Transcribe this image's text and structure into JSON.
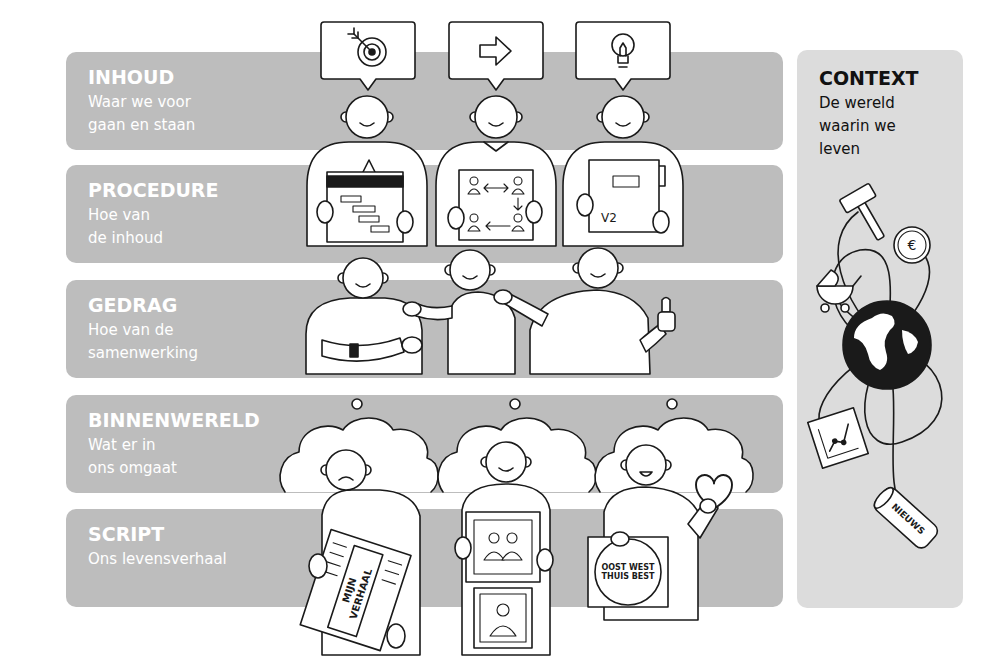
{
  "diagram": {
    "nodes": [
      {
        "text": [
          "INHOUD",
          "Waar we voor gaan en staan"
        ]
      },
      {
        "text": [
          "PROCEDURE",
          "Hoe van de inhoud"
        ]
      },
      {
        "text": [
          "GEDRAG",
          "Hoe van de samenwerking"
        ]
      },
      {
        "text": [
          "BINNENWERELD",
          "Wat er in ons omgaat"
        ]
      },
      {
        "text": [
          "SCRIPT",
          "Ons levensverhaal"
        ]
      },
      {
        "text": [
          "CONTEXT",
          "De wereld waarin we leven"
        ]
      }
    ],
    "labels": [
      "V2",
      "MIJN VERHAAL",
      "OOST WEST THUIS BEST",
      "€",
      "NIEUWS"
    ]
  }
}
